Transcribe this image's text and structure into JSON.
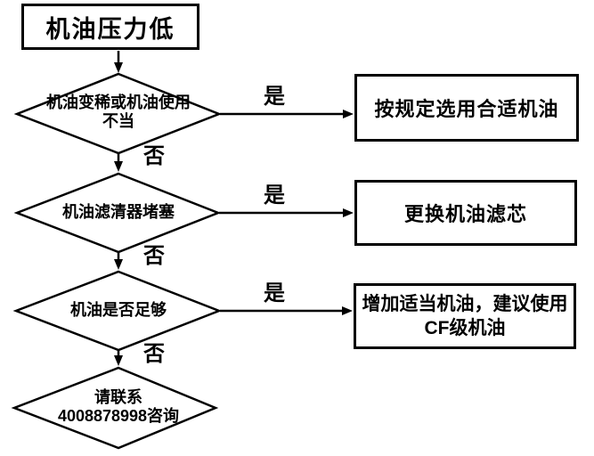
{
  "colors": {
    "line": "#000000",
    "background": "#ffffff",
    "text": "#000000"
  },
  "flowchart": {
    "title": "机油压力低",
    "yes_label": "是",
    "no_label": "否",
    "decisions": [
      {
        "condition_line1": "机油变稀或机油使用",
        "condition_line2": "不当",
        "action_line1": "按规定选用合适机油"
      },
      {
        "condition_line1": "机油滤清器堵塞",
        "action_line1": "更换机油滤芯"
      },
      {
        "condition_line1": "机油是否足够",
        "action_line1": "增加适当机油，建议使用",
        "action_line2": "CF级机油"
      }
    ],
    "fallback_line1": "请联系",
    "fallback_line2": "4008878998咨询"
  }
}
